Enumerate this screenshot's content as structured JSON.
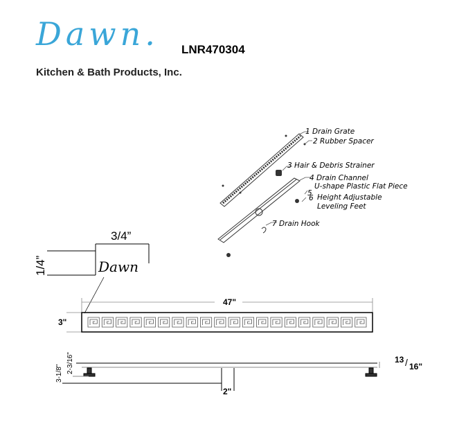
{
  "header": {
    "brand": "Dawn.",
    "company": "Kitchen & Bath Products, Inc.",
    "model": "LNR470304"
  },
  "parts": [
    {
      "num": "1",
      "name": "Drain Grate"
    },
    {
      "num": "2",
      "name": "Rubber Spacer"
    },
    {
      "num": "3",
      "name": "Hair & Debris Strainer"
    },
    {
      "num": "4",
      "name": "Drain Channel"
    },
    {
      "num": "5",
      "name": "U-shape Plastic Flat Piece"
    },
    {
      "num": "6",
      "name": "Height Adjustable Leveling Feet"
    },
    {
      "num": "7",
      "name": "Drain Hook"
    }
  ],
  "detail": {
    "width": "3/4”",
    "height": "1/4”",
    "logo": "Dawn"
  },
  "top_view": {
    "length": "47\"",
    "width": "3\""
  },
  "side_view": {
    "total_height": "3-1/8\"",
    "channel_height": "2-3/16\"",
    "outlet": "2\"",
    "grate_num": "13",
    "grate_den": "16\""
  },
  "pattern_count": 20
}
